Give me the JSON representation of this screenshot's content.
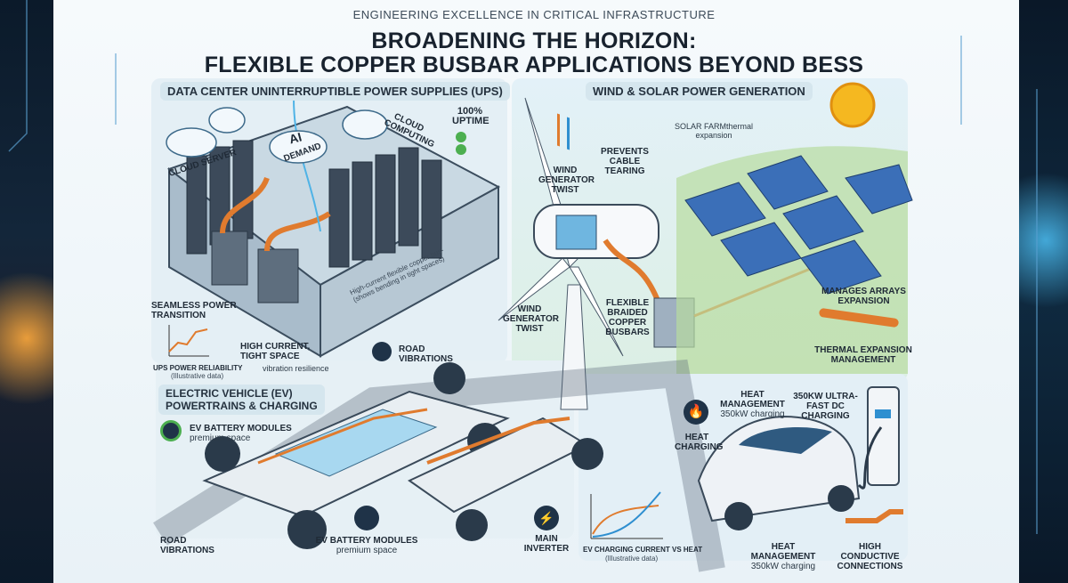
{
  "kicker": "ENGINEERING EXCELLENCE IN CRITICAL INFRASTRUCTURE",
  "title_line1": "BROADENING THE HORIZON:",
  "title_line2": "FLEXIBLE COPPER BUSBAR APPLICATIONS BEYOND BESS",
  "colors": {
    "copper": "#e07b2e",
    "accent_blue": "#2f8fd0",
    "dark_panel": "#0b1a2a",
    "sun": "#f5b820",
    "green": "#4caf50"
  },
  "data_center": {
    "title": "DATA CENTER UNINTERRUPTIBLE POWER SUPPLIES (UPS)",
    "cloud_server": "CLOUD SERVER",
    "ai_demand_1": "AI",
    "ai_demand_2": "DEMAND",
    "cloud_computing": "CLOUD COMPUTING",
    "uptime": "100% UPTIME",
    "busbar_note_1": "High-current flexible copper bus-",
    "busbar_note_2": "(shows bending in tight spaces)",
    "seamless": "SEAMLESS POWER TRANSITION",
    "high_current": "HIGH CURRENT, TIGHT SPACE",
    "vibration": "vibration resilience",
    "chart_title": "UPS POWER RELIABILITY",
    "chart_note": "(Illustrative data)"
  },
  "wind_solar": {
    "title": "WIND & SOLAR POWER GENERATION",
    "twist_top": "WIND GENERATOR TWIST",
    "prevents": "PREVENTS CABLE TEARING",
    "solar_farm_1": "SOLAR FARMthermal",
    "solar_farm_2": "expansion",
    "twist_bottom": "WIND GENERATOR TWIST",
    "braided": "FLEXIBLE BRAIDED COPPER BUSBARS",
    "manages": "MANAGES ARRAYS EXPANSION",
    "thermal": "THERMAL EXPANSION MANAGEMENT"
  },
  "ev": {
    "title_1": "ELECTRIC VEHICLE (EV)",
    "title_2": "POWERTRAINS & CHARGING",
    "road_vibrations_top": "ROAD VIBRATIONS",
    "battery_modules_1": "EV BATTERY MODULES",
    "battery_premium_1": "premium space",
    "road_vibrations_bottom": "ROAD VIBRATIONS",
    "battery_modules_2": "EV BATTERY MODULES",
    "battery_premium_2": "premium space",
    "main_inverter": "MAIN INVERTER",
    "chart_title": "EV CHARGING CURRENT VS HEAT",
    "chart_note": "(Illustrative data)"
  },
  "charging": {
    "heat_charging": "HEAT CHARGING",
    "heat_mgmt_top": "HEAT MANAGEMENT",
    "heat_mgmt_top_sub": "350kW charging",
    "ultra_fast": "350kW ULTRA-FAST DC CHARGING",
    "heat_mgmt_bottom": "HEAT MANAGEMENT",
    "heat_mgmt_bottom_sub": "350kW charging",
    "conductive": "HIGH CONDUCTIVE CONNECTIONS"
  }
}
